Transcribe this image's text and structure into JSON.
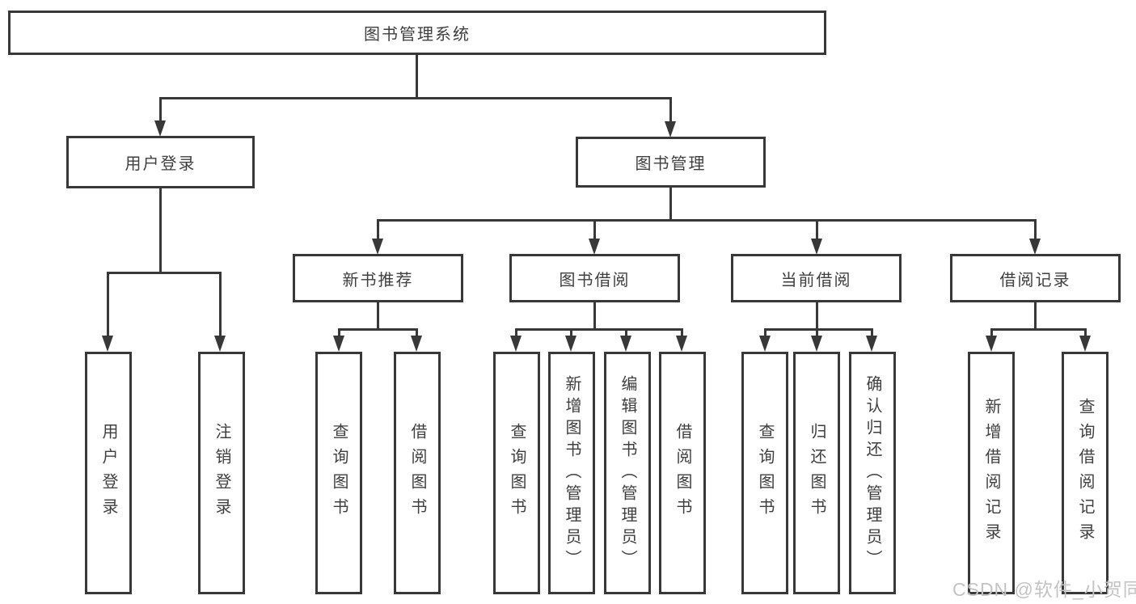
{
  "diagram": {
    "root": {
      "label": "图书管理系统"
    },
    "branches": [
      {
        "label": "用户登录",
        "children": [
          {
            "label": "用户登录"
          },
          {
            "label": "注销登录"
          }
        ]
      },
      {
        "label": "图书管理",
        "children": [
          {
            "label": "新书推荐",
            "children": [
              {
                "label": "查询图书"
              },
              {
                "label": "借阅图书"
              }
            ]
          },
          {
            "label": "图书借阅",
            "children": [
              {
                "label": "查询图书"
              },
              {
                "label": "新增图书（管理员）"
              },
              {
                "label": "编辑图书（管理员）"
              },
              {
                "label": "借阅图书"
              }
            ]
          },
          {
            "label": "当前借阅",
            "children": [
              {
                "label": "查询图书"
              },
              {
                "label": "归还图书"
              },
              {
                "label": "确认归还（管理员）"
              }
            ]
          },
          {
            "label": "借阅记录",
            "children": [
              {
                "label": "新增借阅记录"
              },
              {
                "label": "查询借阅记录"
              }
            ]
          }
        ]
      }
    ]
  },
  "watermark": {
    "text": "CSDN @软件_小贺同学"
  },
  "colors": {
    "line": "#383838",
    "text": "#3f3f3f",
    "background": "#ffffff",
    "watermark": "#c3c3c3"
  }
}
